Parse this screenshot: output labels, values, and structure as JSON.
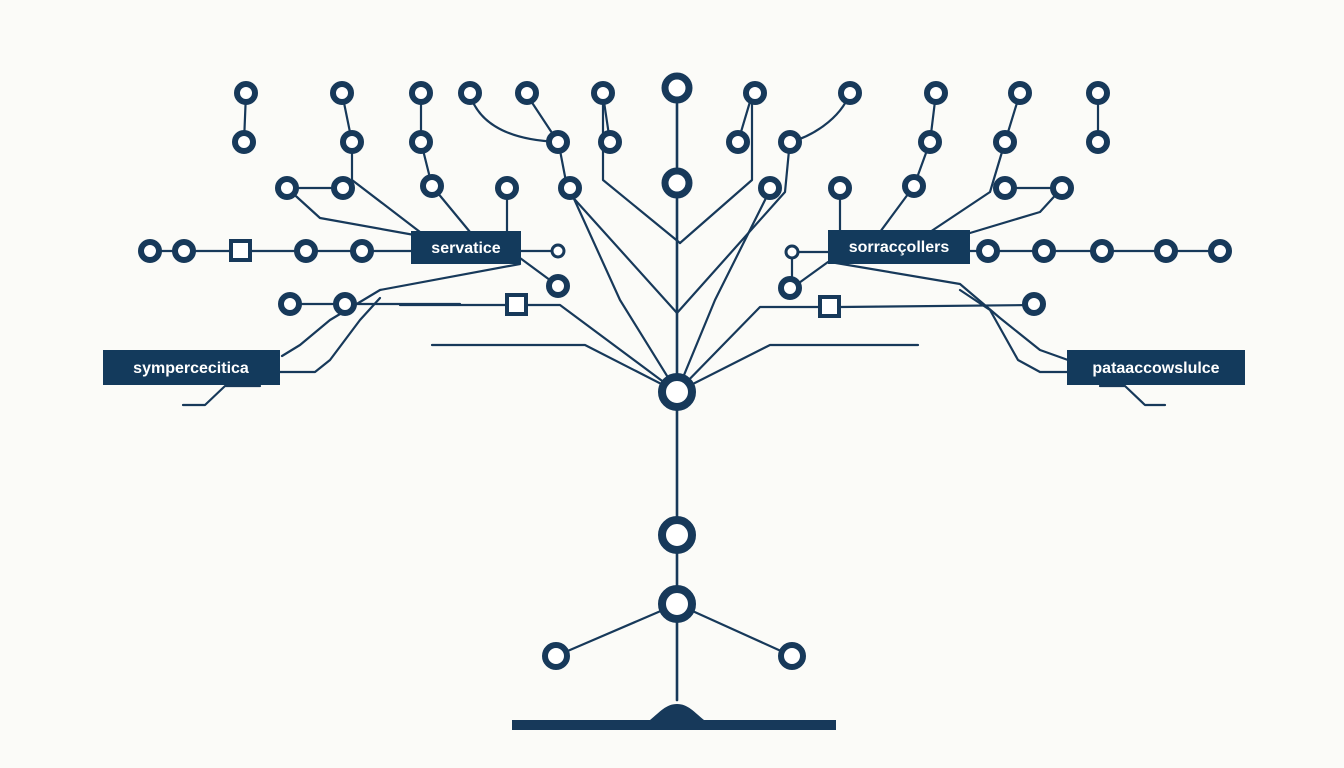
{
  "labels": {
    "top_left": "servatice",
    "top_right": "sorracçollers",
    "left": "sympercecitica",
    "right": "pataaccowslulce"
  },
  "colors": {
    "ink": "#17395a",
    "label_background": "#133a5c",
    "label_text": "#ffffff",
    "background": "#fbfbf8"
  }
}
